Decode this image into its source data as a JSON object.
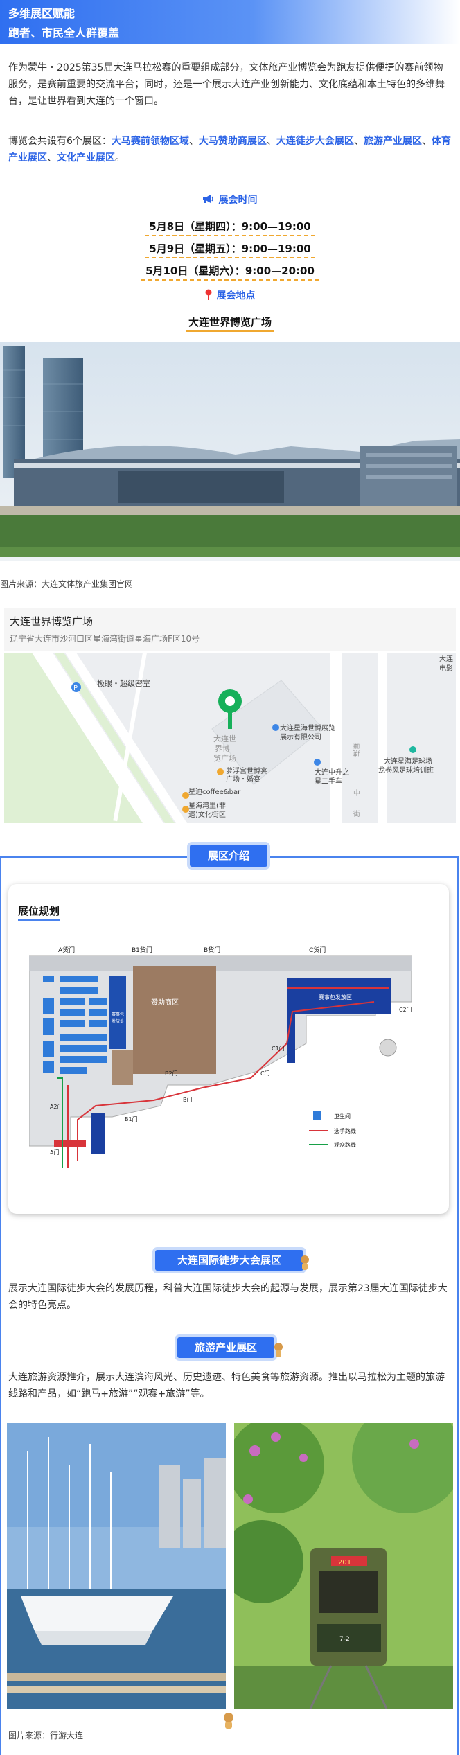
{
  "header": {
    "title_line1": "多维展区赋能",
    "title_line2": "跑者、市民全人群覆盖"
  },
  "intro": {
    "para1": "作为蒙牛・2025第35届大连马拉松赛的重要组成部分，文体旅产业博览会为跑友提供便捷的赛前领物服务，是赛前重要的交流平台；同时，还是一个展示大连产业创新能力、文化底蕴和本土特色的多维舞台，是让世界看到大连的一个窗口。",
    "para2_prefix": "博览会共设有6个展区：",
    "zones": [
      "大马赛前领物区域",
      "大马赞助商展区",
      "大连徒步大会展区",
      "旅游产业展区",
      "体育产业展区",
      "文化产业展区"
    ],
    "sep": "、",
    "end": "。"
  },
  "schedule": {
    "label": "展会时间",
    "times": [
      "5月8日（星期四）：9:00—19:00",
      "5月9日（星期五）：9:00—19:00",
      "5月10日（星期六）：9:00—20:00"
    ],
    "location_label": "展会地点",
    "location": "大连世界博览广场"
  },
  "photo1": {
    "caption": "图片来源：大连文体旅产业集团官网"
  },
  "map": {
    "place_name": "大连世界博览广场",
    "address": "辽宁省大连市沙河口区星海湾街道星海广场F区10号",
    "labels": {
      "jiyou": "极眼・超级密室",
      "expo_line1": "大连世",
      "expo_line2": "界博",
      "expo_line3": "览广场",
      "luofu_line1": "萝浮宫世博宴",
      "luofu_line2": "广场・婚宴",
      "coffee": "星迪coffee&bar",
      "xinghai_line1": "星海湾里(非",
      "xinghai_line2": "遗)文化街区",
      "dalian_expo_co_line1": "大连星海世博展览",
      "dalian_expo_co_line2": "展示有限公司",
      "secondhand_line1": "大连中升之",
      "secondhand_line2": "星二手车",
      "football_line1": "大连星海足球场",
      "football_line2": "龙卷风足球培训班",
      "edge_top": "大连",
      "edge_top2": "电影",
      "road": "星海",
      "road2": "中",
      "road3": "街",
      "parking": "P"
    }
  },
  "section": {
    "title": "展区介绍",
    "plan_title": "展位规划",
    "floorplan": {
      "gate_a": "A货门",
      "gate_b1": "B1货门",
      "gate_b": "B货门",
      "gate_c": "C货门",
      "sponsor": "赞助商区",
      "suppress_area": "赛事包发放区",
      "ticket_line1": "赛事包",
      "ticket_line2": "发放处",
      "door_a": "A门",
      "door_b1": "B1门",
      "door_b": "B门",
      "door_c": "C门",
      "door_c1": "C1门",
      "door_c2": "C2门",
      "door_b2": "B2门",
      "door_a2": "A2门",
      "legend_wc": "卫生间",
      "legend_runner": "选手路线",
      "legend_visitor": "观众路线"
    },
    "hiking_title": "大连国际徒步大会展区",
    "hiking_text": "展示大连国际徒步大会的发展历程，科普大连国际徒步大会的起源与发展，展示第23届大连国际徒步大会的特色亮点。",
    "tourism_title": "旅游产业展区",
    "tourism_text": "大连旅游资源推介，展示大连滨海风光、历史遗迹、特色美食等旅游资源。推出以马拉松为主题的旅游线路和产品，如“跑马+旅游”“观赛+旅游”等。",
    "tram_plate": "201",
    "tram_number": "7-2",
    "footer_caption": "图片来源：行游大连"
  }
}
